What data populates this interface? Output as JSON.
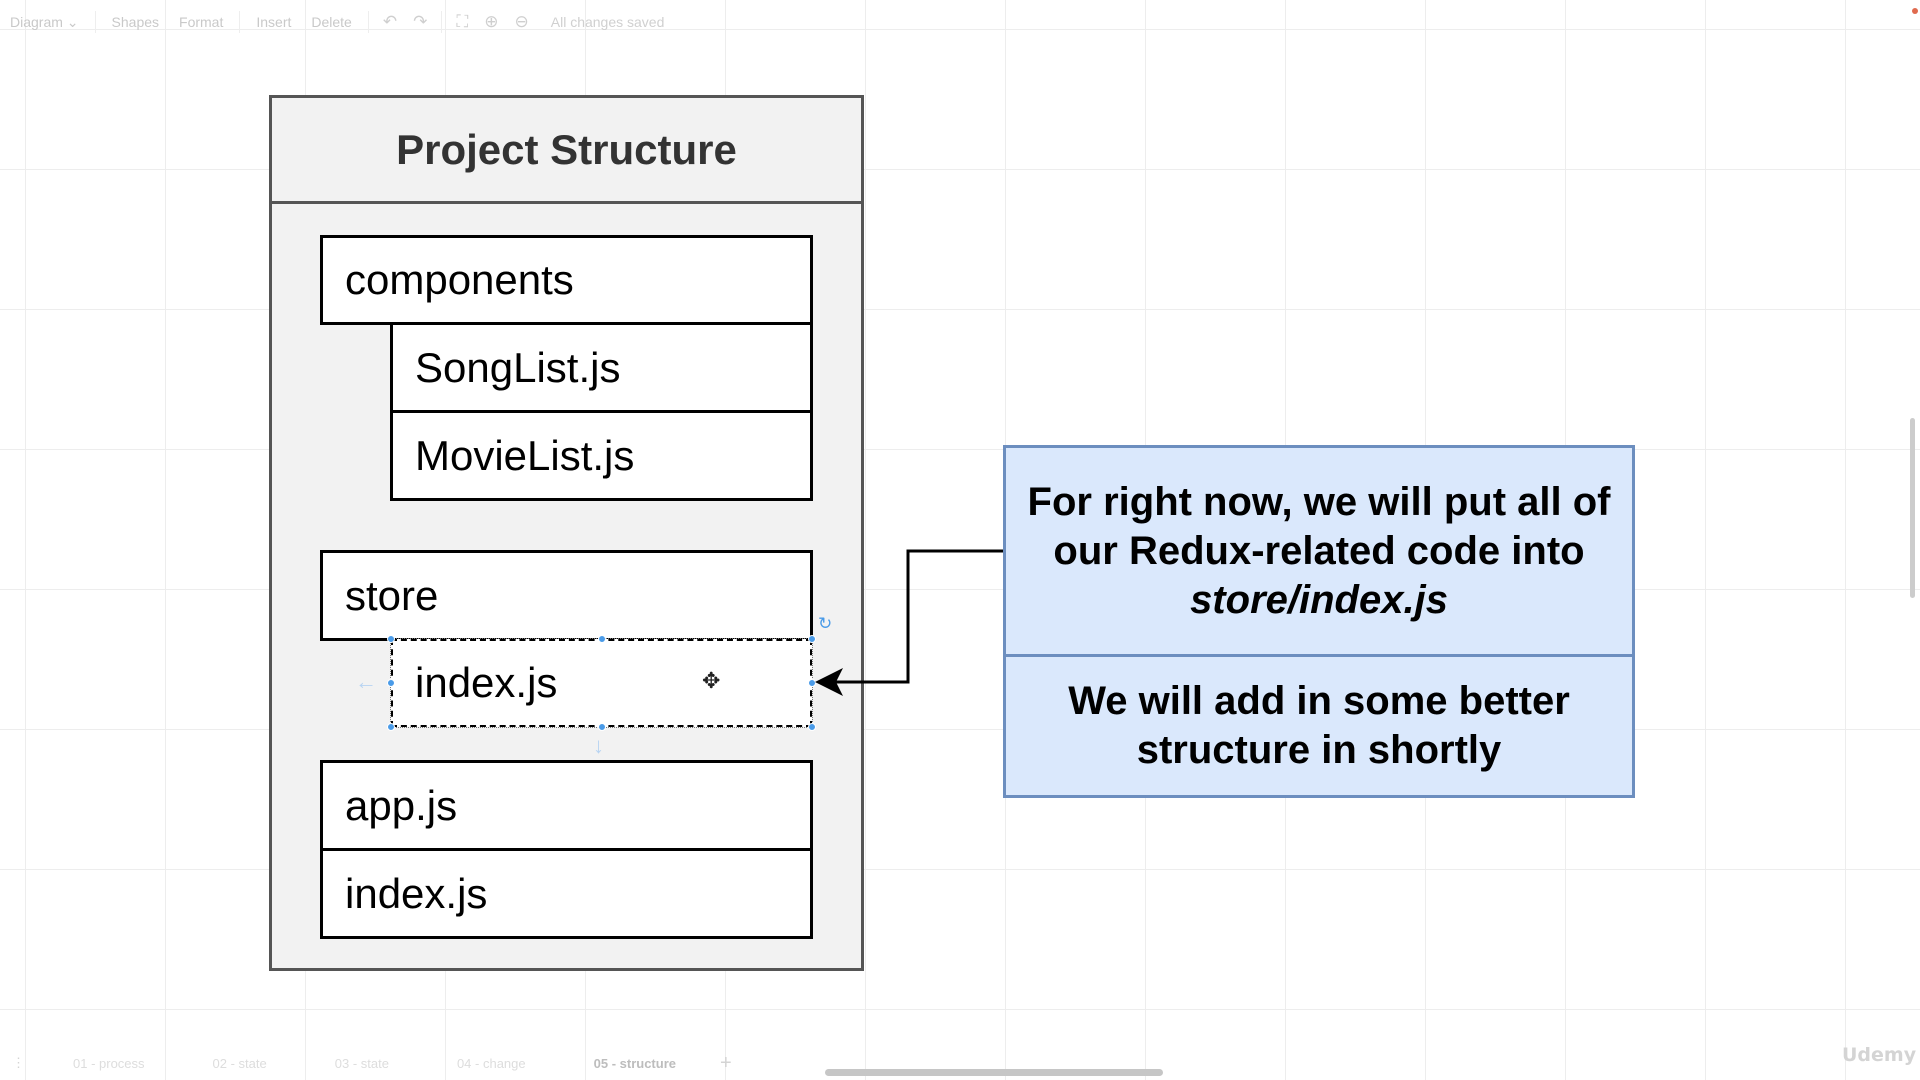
{
  "toolbar": {
    "diagram_menu": "Diagram",
    "shapes": "Shapes",
    "format": "Format",
    "insert": "Insert",
    "delete": "Delete",
    "status": "All changes saved",
    "icons": [
      "undo-icon",
      "redo-icon",
      "fullscreen-icon",
      "zoom-in-icon",
      "zoom-out-icon"
    ]
  },
  "diagram": {
    "title": "Project Structure",
    "components_folder": "components",
    "songlist_file": "SongList.js",
    "movielist_file": "MovieList.js",
    "store_folder": "store",
    "store_index_file": "index.js",
    "app_file": "app.js",
    "index_file": "index.js"
  },
  "note": {
    "line1": "For right now, we will put all of",
    "line2": "our Redux-related code into",
    "path": "store/index.js",
    "line3": "We will add in some better",
    "line4": "structure in shortly"
  },
  "page_tabs": [
    "01 - process",
    "02 - state",
    "03 - state",
    "04 - change",
    "05 - structure"
  ],
  "active_tab": "05 - structure",
  "watermark": "Udemy",
  "colors": {
    "note_fill": "#dae8fc",
    "note_border": "#6c8ebf",
    "container_fill": "#f2f2f2",
    "selection_handle": "#4a9be8"
  }
}
